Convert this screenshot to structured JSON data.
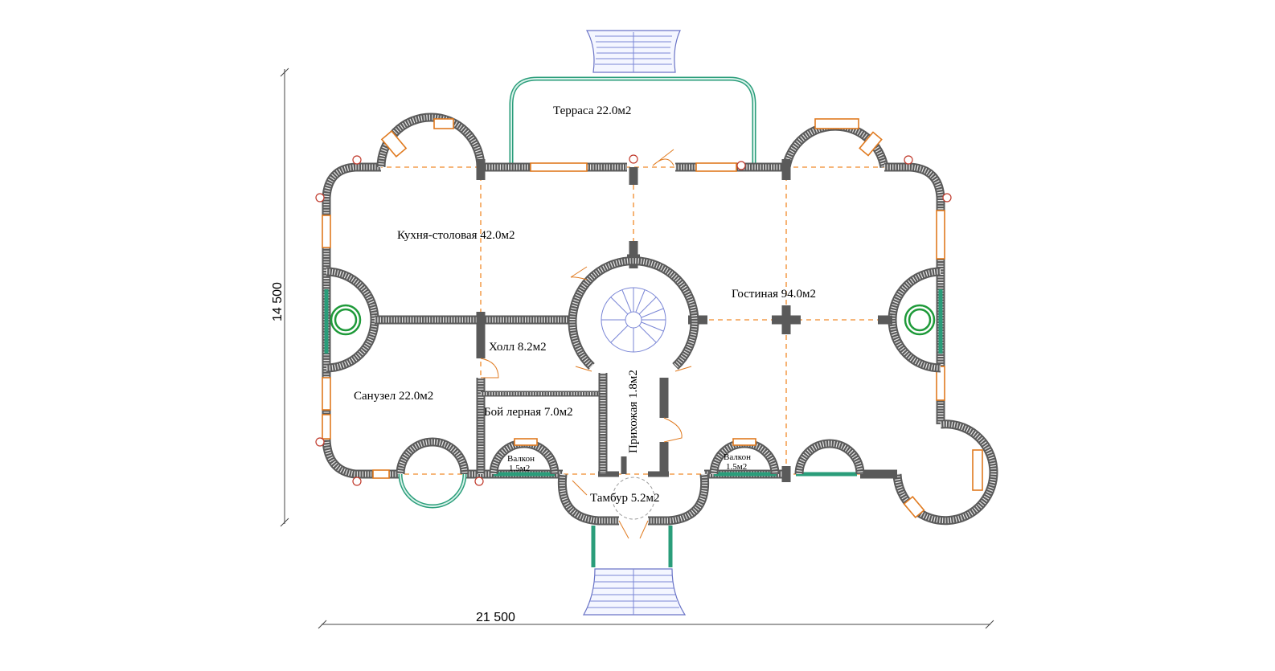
{
  "plan": {
    "dimensions": {
      "width": "21 500",
      "height": "14 500"
    },
    "rooms": {
      "terrace": "Терраса 22.0м2",
      "kitchen": "Кухня-столовая 42.0м2",
      "living": "Гостиная 94.0м2",
      "hall": "Холл 8.2м2",
      "entry": "Прихожая 1.8м2",
      "bathroom": "Санузел 22.0м2",
      "boiler": "Бой лерная 7.0м2",
      "balcony_left_name": "Валкон",
      "balcony_left_area": "1.5м2",
      "balcony_right_name": "Валкон",
      "balcony_right_area": "1.5м2",
      "vestibule": "Тамбур 5.2м2"
    }
  }
}
